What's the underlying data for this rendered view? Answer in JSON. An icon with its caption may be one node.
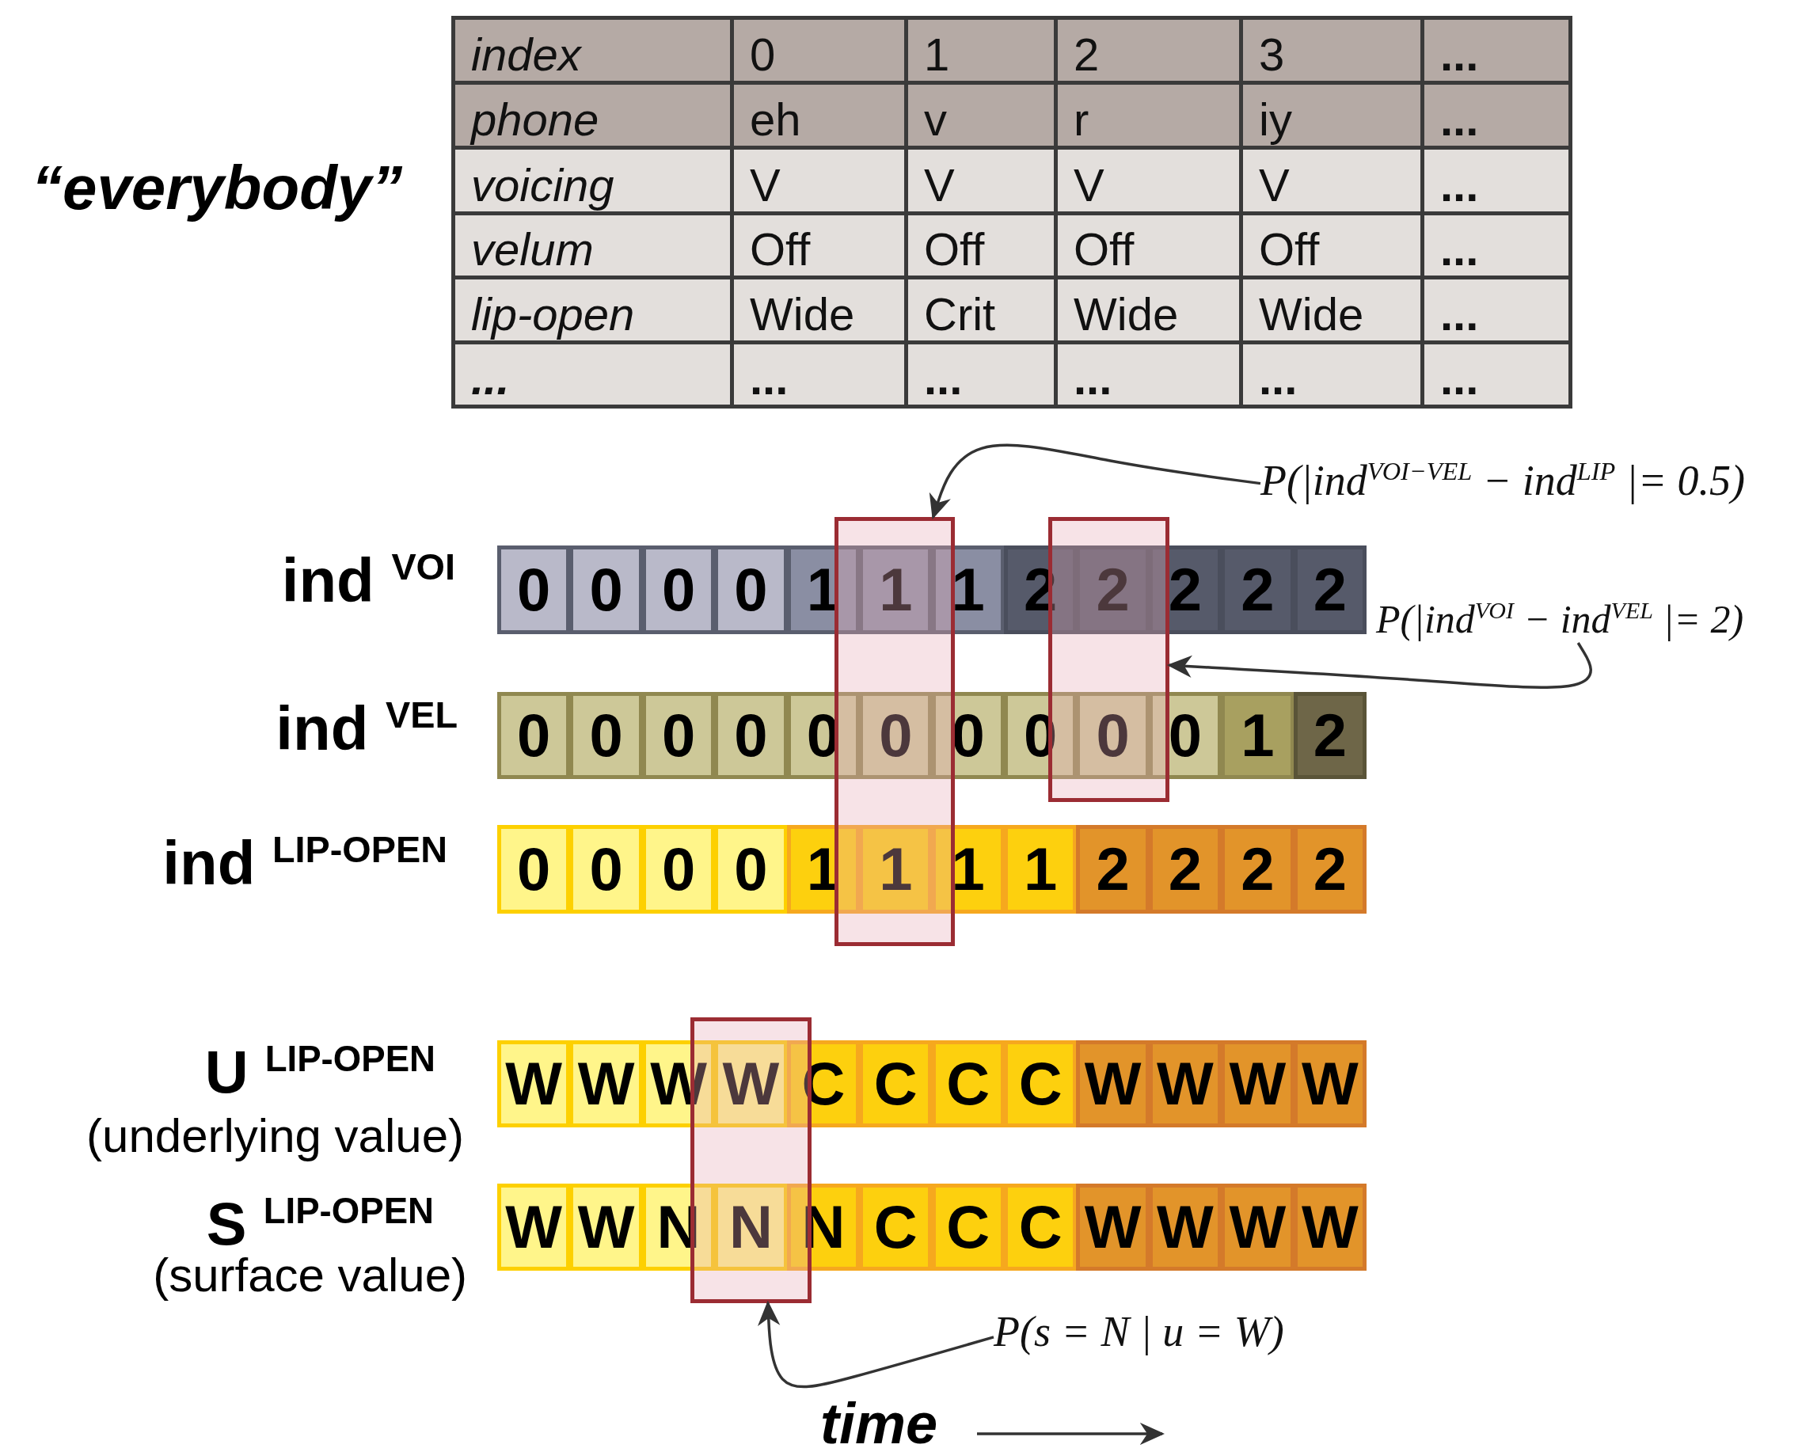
{
  "diagram": {
    "nodes": [
      {
        "text": [
          "P(|ind$^{VOI−VEL}$ − ind$^{LIP}$ |= 0.5)"
        ]
      },
      {
        "text": [],
        "shape": "box"
      },
      {
        "text": [
          "P(|ind$^{VOI}$ − ind$^{VEL}$ |= 2)"
        ]
      },
      {
        "text": [],
        "shape": "box"
      },
      {
        "text": [
          "P(s = N | u = W)"
        ]
      },
      {
        "text": [],
        "shape": "box"
      }
    ],
    "edges": [
      {
        "from": 0,
        "to": 1,
        "arrow": "to"
      },
      {
        "from": 2,
        "to": 3,
        "arrow": "to"
      },
      {
        "from": 4,
        "to": 5,
        "arrow": "to"
      }
    ],
    "labels": [
      "“everybody”",
      "index",
      "0",
      "1",
      "2",
      "3",
      "...",
      "phone",
      "eh",
      "v",
      "r",
      "iy",
      "...",
      "voicing",
      "V",
      "V",
      "V",
      "V",
      "...",
      "velum",
      "Off",
      "Off",
      "Off",
      "Off",
      "...",
      "lip-open",
      "Wide",
      "Crit",
      "Wide",
      "Wide",
      "...",
      "...",
      "...",
      "...",
      "...",
      "...",
      "...",
      "ind $^{VOI}$",
      "0",
      "0",
      "0",
      "0",
      "1",
      "1",
      "1",
      "2",
      "2",
      "2",
      "2",
      "2",
      "ind $^{VEL}$",
      "0",
      "0",
      "0",
      "0",
      "0",
      "0",
      "0",
      "0",
      "0",
      "0",
      "1",
      "2",
      "ind $^{LIP-OPEN}$",
      "0",
      "0",
      "0",
      "0",
      "1",
      "1",
      "1",
      "1",
      "2",
      "2",
      "2",
      "2",
      "U $^{LIP-OPEN}$",
      "(underlying value)",
      "W",
      "W",
      "W",
      "W",
      "C",
      "C",
      "C",
      "C",
      "W",
      "W",
      "W",
      "W",
      "S $^{LIP-OPEN}$",
      "(surface value)",
      "W",
      "W",
      "N",
      "N",
      "N",
      "C",
      "C",
      "C",
      "W",
      "W",
      "W",
      "W",
      "time"
    ]
  }
}
